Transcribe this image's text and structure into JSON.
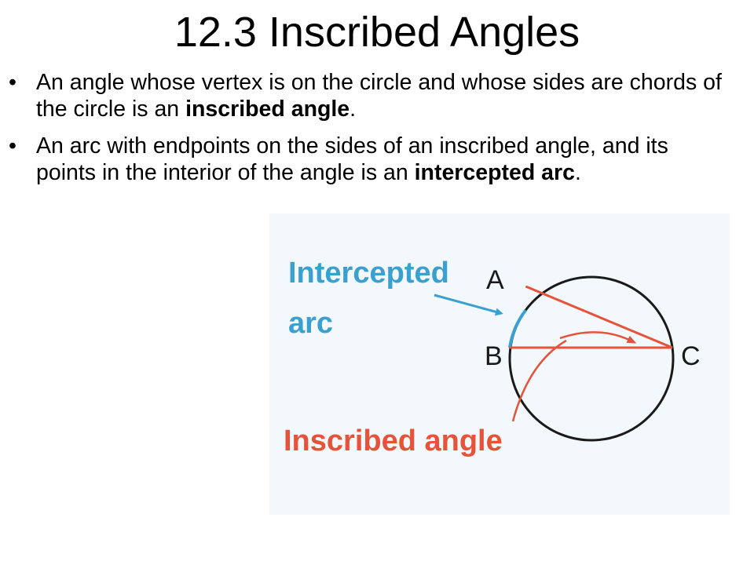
{
  "title": "12.3 Inscribed Angles",
  "bullets": [
    {
      "marker": "•",
      "text_before": "An angle whose vertex is on the circle and whose sides are chords of the circle is an ",
      "bold": "inscribed angle",
      "text_after": "."
    },
    {
      "marker": "•",
      "text_before": "An arc with endpoints on the sides of an inscribed angle, and its points in the interior of the angle is an ",
      "bold": "intercepted arc",
      "text_after": "."
    }
  ],
  "figure": {
    "intercepted_label_line1": "Intercepted",
    "intercepted_label_line2": "arc",
    "inscribed_label": "Inscribed angle",
    "point_a": "A",
    "point_b": "B",
    "point_c": "C",
    "colors": {
      "blue": "#3aa0cf",
      "red": "#e5533a",
      "circle": "#1a1a1a",
      "background": "#f2f8fc"
    }
  }
}
